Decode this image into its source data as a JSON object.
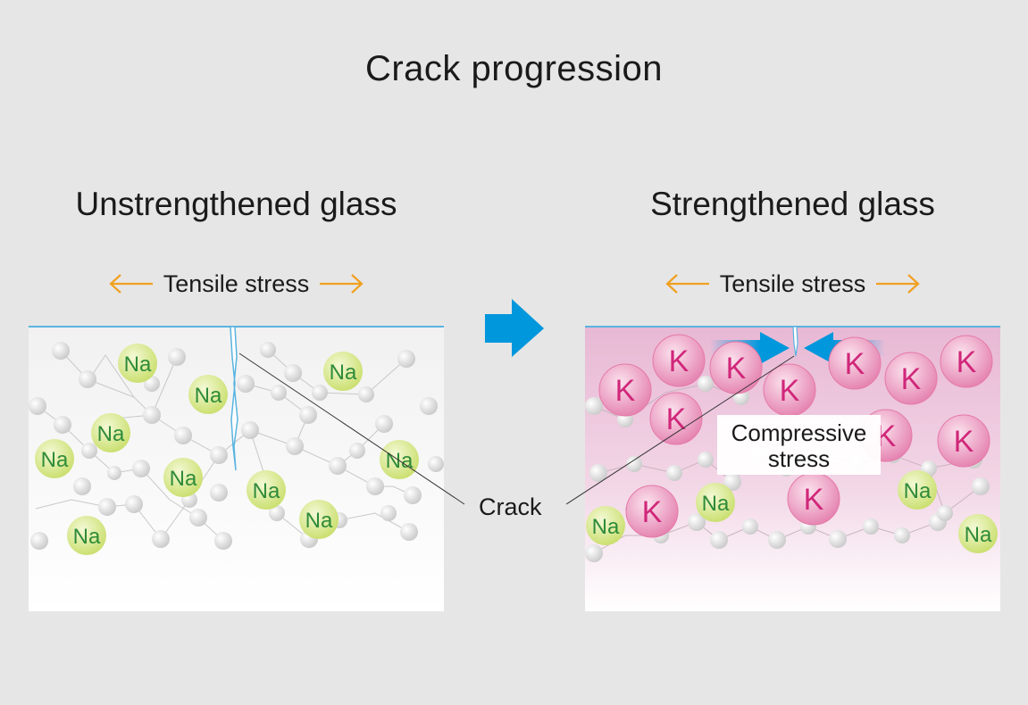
{
  "title": "Crack progression",
  "left_panel": {
    "heading": "Unstrengthened glass",
    "stress_label": "Tensile stress",
    "ion_label": "Na"
  },
  "right_panel": {
    "heading": "Strengthened glass",
    "stress_label": "Tensile stress",
    "ion_label_k": "K",
    "ion_label_na": "Na",
    "compressive_line1": "Compressive",
    "compressive_line2": "stress"
  },
  "crack_label": "Crack",
  "colors": {
    "background": "#e6e6e6",
    "surface_line": "#5ab4e0",
    "arrow_orange": "#f0a020",
    "arrow_blue": "#0097dc",
    "na_green": "#d6e88a",
    "na_text": "#2e8b3a",
    "k_pink": "#e57aa8",
    "k_text": "#d0277a"
  },
  "icons": {
    "progress_arrow": "right-arrow-icon",
    "stress_arrows": "double-headed-arrow-icon"
  }
}
